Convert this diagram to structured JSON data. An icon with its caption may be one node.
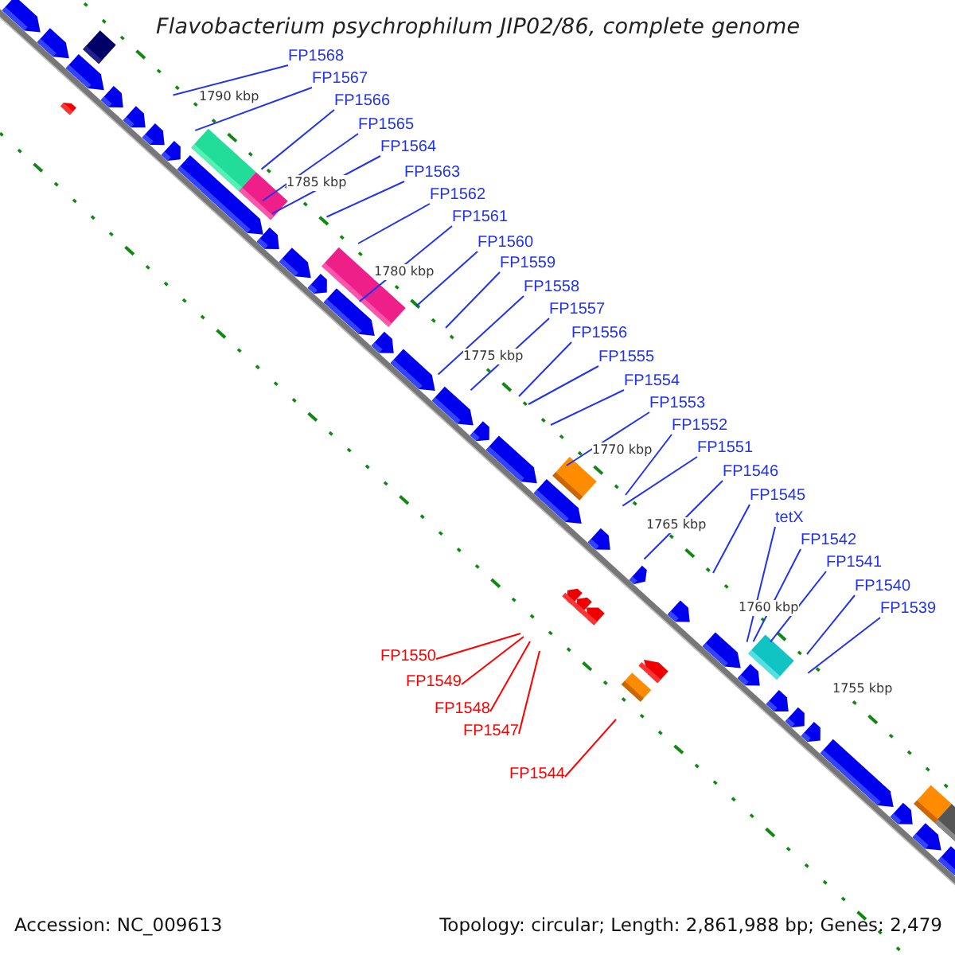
{
  "diagram": {
    "title": "Flavobacterium psychrophilum JIP02/86, complete genome",
    "nodes": [
      {
        "text": [
          "FP1568"
        ]
      },
      {
        "text": [
          "FP1567"
        ]
      },
      {
        "text": [
          "FP1566"
        ]
      },
      {
        "text": [
          "FP1565"
        ]
      },
      {
        "text": [
          "FP1564"
        ]
      },
      {
        "text": [
          "FP1563"
        ]
      },
      {
        "text": [
          "FP1562"
        ]
      },
      {
        "text": [
          "FP1561"
        ]
      },
      {
        "text": [
          "FP1560"
        ]
      },
      {
        "text": [
          "FP1559"
        ]
      },
      {
        "text": [
          "FP1558"
        ]
      },
      {
        "text": [
          "FP1557"
        ]
      },
      {
        "text": [
          "FP1556"
        ]
      },
      {
        "text": [
          "FP1555"
        ]
      },
      {
        "text": [
          "FP1554"
        ]
      },
      {
        "text": [
          "FP1553"
        ]
      },
      {
        "text": [
          "FP1552"
        ]
      },
      {
        "text": [
          "FP1551"
        ]
      },
      {
        "text": [
          "FP1546"
        ]
      },
      {
        "text": [
          "FP1545"
        ]
      },
      {
        "text": [
          "tetX"
        ]
      },
      {
        "text": [
          "FP1542"
        ]
      },
      {
        "text": [
          "FP1541"
        ]
      },
      {
        "text": [
          "FP1540"
        ]
      },
      {
        "text": [
          "FP1539"
        ]
      },
      {
        "text": [
          "FP1550"
        ]
      },
      {
        "text": [
          "FP1549"
        ]
      },
      {
        "text": [
          "FP1548"
        ]
      },
      {
        "text": [
          "FP1547"
        ]
      },
      {
        "text": [
          "FP1544"
        ]
      }
    ],
    "edges": [
      {
        "from": 0,
        "to": null,
        "arrow": "none"
      },
      {
        "from": 1,
        "to": null,
        "arrow": "none"
      },
      {
        "from": 2,
        "to": null,
        "arrow": "none"
      },
      {
        "from": 3,
        "to": null,
        "arrow": "none"
      },
      {
        "from": 4,
        "to": null,
        "arrow": "none"
      },
      {
        "from": 5,
        "to": null,
        "arrow": "none"
      },
      {
        "from": 6,
        "to": null,
        "arrow": "none"
      },
      {
        "from": 7,
        "to": null,
        "arrow": "none"
      },
      {
        "from": 8,
        "to": null,
        "arrow": "none"
      },
      {
        "from": 9,
        "to": null,
        "arrow": "none"
      },
      {
        "from": 10,
        "to": null,
        "arrow": "none"
      },
      {
        "from": 11,
        "to": null,
        "arrow": "none"
      },
      {
        "from": 12,
        "to": null,
        "arrow": "none"
      },
      {
        "from": 13,
        "to": null,
        "arrow": "none"
      },
      {
        "from": 14,
        "to": null,
        "arrow": "none"
      },
      {
        "from": 15,
        "to": null,
        "arrow": "none"
      },
      {
        "from": 16,
        "to": null,
        "arrow": "none"
      },
      {
        "from": 17,
        "to": null,
        "arrow": "none"
      },
      {
        "from": 18,
        "to": null,
        "arrow": "none"
      },
      {
        "from": 19,
        "to": null,
        "arrow": "none"
      },
      {
        "from": 20,
        "to": null,
        "arrow": "none"
      },
      {
        "from": 21,
        "to": null,
        "arrow": "none"
      },
      {
        "from": 22,
        "to": null,
        "arrow": "none"
      },
      {
        "from": 23,
        "to": null,
        "arrow": "none"
      },
      {
        "from": 24,
        "to": null,
        "arrow": "none"
      },
      {
        "from": 25,
        "to": null,
        "arrow": "none",
        "color": "#ff0000"
      },
      {
        "from": 26,
        "to": null,
        "arrow": "none",
        "color": "#ff0000"
      },
      {
        "from": 27,
        "to": null,
        "arrow": "none",
        "color": "#ff0000"
      },
      {
        "from": 28,
        "to": null,
        "arrow": "none",
        "color": "#ff0000"
      },
      {
        "from": 29,
        "to": null,
        "arrow": "none",
        "color": "#ff0000"
      }
    ],
    "labels": [
      "1790 kbp",
      "1785 kbp",
      "1780 kbp",
      "1775 kbp",
      "1770 kbp",
      "1765 kbp",
      "1760 kbp",
      "1755 kbp",
      "Accession: NC_009613",
      "Topology: circular; Length: 2,861,988 bp; Genes: 2,479"
    ]
  }
}
